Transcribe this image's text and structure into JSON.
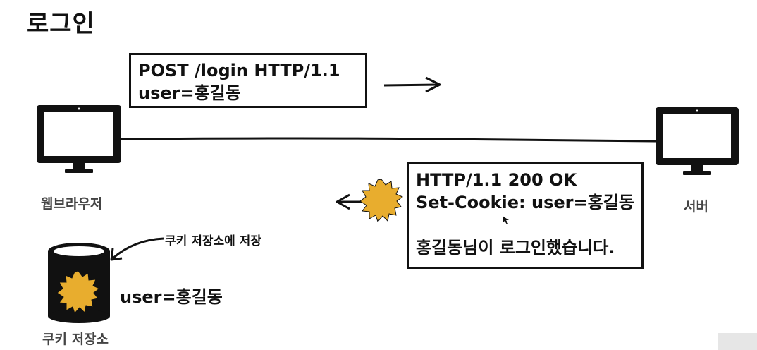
{
  "title": "로그인",
  "request": {
    "line1": "POST /login HTTP/1.1",
    "line2": "user=홍길동"
  },
  "response": {
    "line1": "HTTP/1.1 200 OK",
    "line2": "Set-Cookie: user=홍길동",
    "line3": "홍길동님이 로그인했습니다."
  },
  "client_label": "웹브라우저",
  "server_label": "서버",
  "cookie_store": {
    "note": "쿠키 저장소에 저장",
    "content": "user=홍길동",
    "label": "쿠키 저장소"
  },
  "colors": {
    "ink": "#111111",
    "cookie": "#E8AD2E",
    "label_gray": "#444444"
  },
  "icons": [
    "monitor-icon",
    "arrow-right-icon",
    "arrow-left-icon",
    "cookie-icon",
    "database-icon",
    "curved-arrow-icon"
  ]
}
